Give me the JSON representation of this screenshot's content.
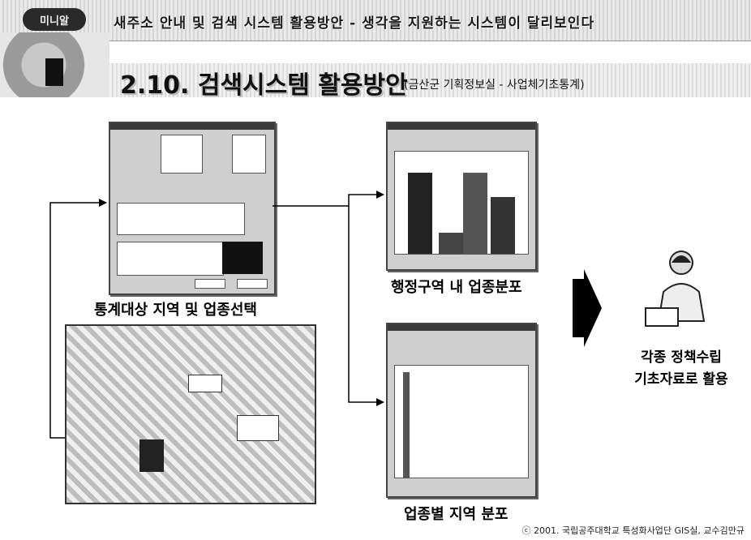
{
  "banner": {
    "tag": "미니알",
    "text": "새주소 안내 및 검색 시스템 활용방안 - 생각을 지원하는 시스템이 달리보인다"
  },
  "section": {
    "title": "2.10. 검색시스템 활용방안",
    "subtitle": "(금산군 기획정보실 - 사업체기초통계)"
  },
  "captions": {
    "selection": "통계대상 지역 및 업종선택",
    "admin_distribution": "행정구역 내 업종분포",
    "industry_distribution": "업종별 지역 분포"
  },
  "result": {
    "line1": "각종 정책수립",
    "line2": "기초자료로 활용"
  },
  "copyright": "ⓒ 2001. 국립공주대학교 특성화사업단 GIS실, 교수김만규",
  "colors": {
    "background": "#ffffff",
    "dark": "#111111",
    "window": "#cfcfcf",
    "arrow": "#000000"
  }
}
